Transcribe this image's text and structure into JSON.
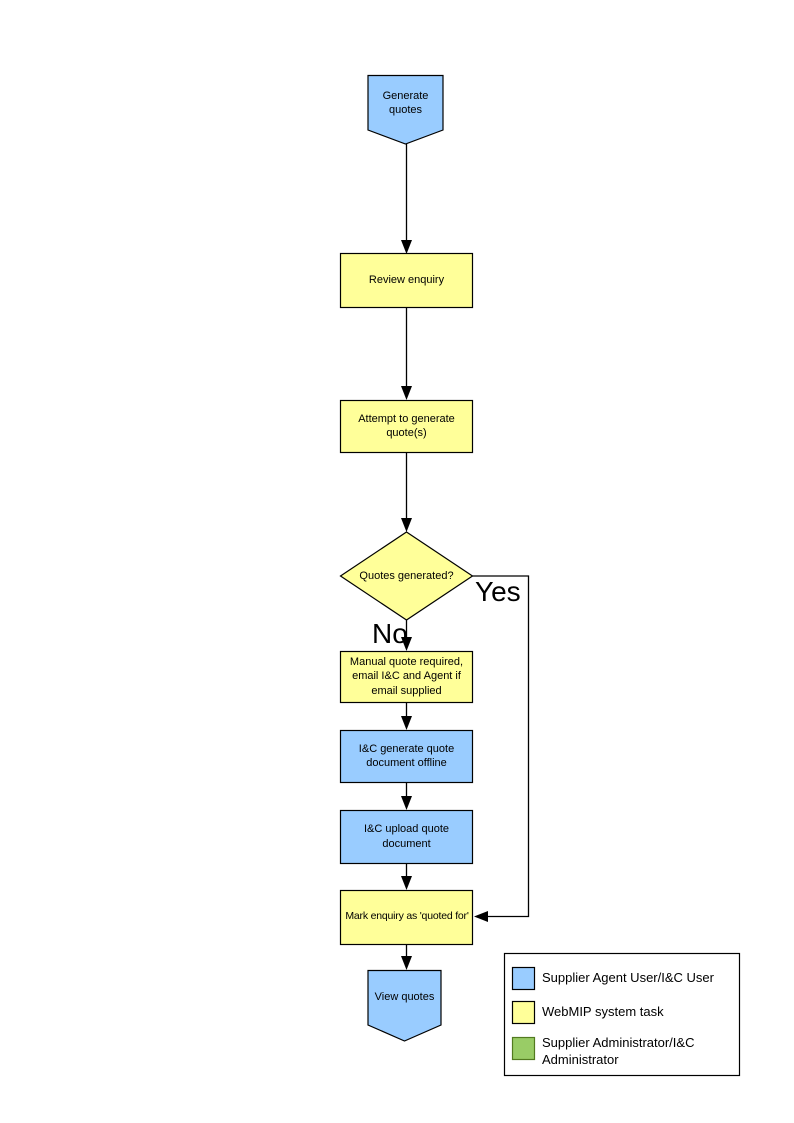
{
  "page": {
    "background": "#ffffff"
  },
  "colors": {
    "user_task_fill": "#99CCFF",
    "system_task_fill": "#FFFF99",
    "admin_task_fill": "#99CC66",
    "admin_task_border": "#527A1F",
    "shape_border": "#000000",
    "connector": "#000000",
    "legend_box_fill": "#FFFFFF"
  },
  "flowchart": {
    "start_label": "Generate quotes",
    "review_label": "Review enquiry",
    "attempt_label": "Attempt to generate quote(s)",
    "decision_label": "Quotes generated?",
    "yes_label": "Yes",
    "no_label": "No",
    "manual_label": "Manual quote required, email I&C and Agent if email supplied",
    "offline_label": "I&C generate quote document offline",
    "upload_label": "I&C upload quote document",
    "mark_label": "Mark enquiry as 'quoted for'",
    "end_label": "View quotes"
  },
  "legend": {
    "items": [
      {
        "label": "Supplier Agent User/I&C User",
        "color": "#99CCFF",
        "border": "#000000"
      },
      {
        "label": "WebMIP system task",
        "color": "#FFFF99",
        "border": "#000000"
      },
      {
        "label": "Supplier Administrator/I&C Administrator",
        "color": "#99CC66",
        "border": "#527A1F"
      }
    ]
  }
}
